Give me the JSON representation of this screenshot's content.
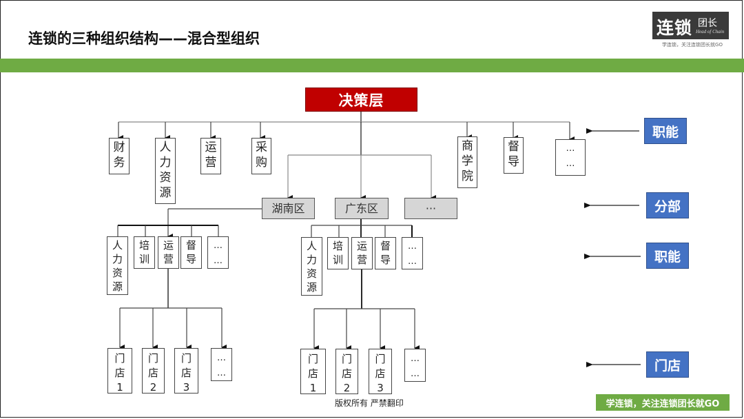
{
  "header": {
    "title": "连锁的三种组织结构——混合型组织",
    "logo": {
      "main": "连锁",
      "sub": "团长",
      "english": "Head of Chain",
      "tagline": "学连锁，关注连锁团长就GO"
    }
  },
  "colors": {
    "green": "#6fab44",
    "red": "#c00000",
    "blue": "#4472c4",
    "gray": "#d6d6d6"
  },
  "chart": {
    "root": "决策层",
    "hq_functions": [
      {
        "lines": [
          "财",
          "务"
        ]
      },
      {
        "lines": [
          "人",
          "力",
          "资",
          "源"
        ]
      },
      {
        "lines": [
          "运",
          "营"
        ]
      },
      {
        "lines": [
          "采",
          "购"
        ]
      },
      {
        "lines": [
          "商",
          "学",
          "院"
        ]
      },
      {
        "lines": [
          "督",
          "导"
        ]
      },
      {
        "lines": [
          "…",
          "…"
        ]
      }
    ],
    "regions": [
      "湖南区",
      "广东区",
      "···"
    ],
    "region_functions": [
      {
        "lines": [
          "人",
          "力",
          "资",
          "源"
        ]
      },
      {
        "lines": [
          "培",
          "训"
        ]
      },
      {
        "lines": [
          "运",
          "营"
        ]
      },
      {
        "lines": [
          "督",
          "导"
        ]
      },
      {
        "lines": [
          "…",
          "…"
        ]
      }
    ],
    "stores": [
      {
        "lines": [
          "门",
          "店",
          "1"
        ]
      },
      {
        "lines": [
          "门",
          "店",
          "2"
        ]
      },
      {
        "lines": [
          "门",
          "店",
          "3"
        ]
      },
      {
        "lines": [
          "…",
          "…"
        ]
      }
    ]
  },
  "legend": {
    "level1": "职能",
    "level2": "分部",
    "level3": "职能",
    "level4": "门店"
  },
  "footer": {
    "copyright": "版权所有  严禁翻印",
    "tagline": "学连锁，关注连锁团长就GO"
  }
}
